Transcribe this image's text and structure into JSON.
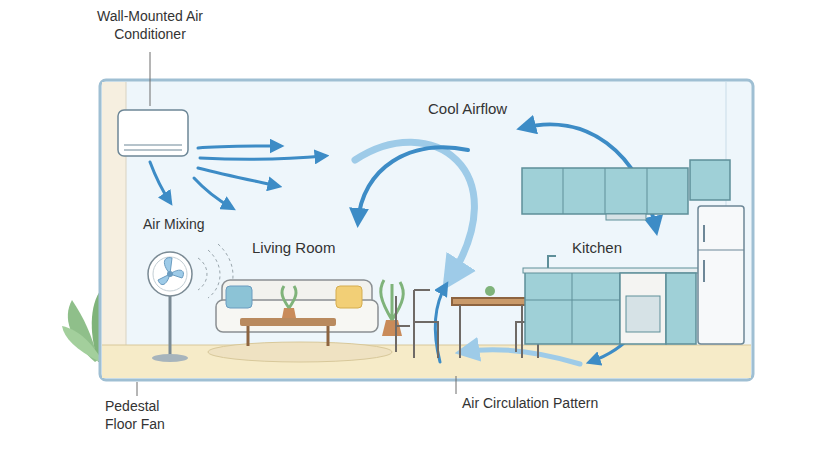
{
  "diagram": {
    "labels": [
      "Wall-Mounted Air Conditioner",
      "Cool Airflow",
      "Air Mixing",
      "Living Room",
      "Kitchen",
      "Pedestal Floor Fan",
      "Air Circulation Pattern"
    ]
  }
}
